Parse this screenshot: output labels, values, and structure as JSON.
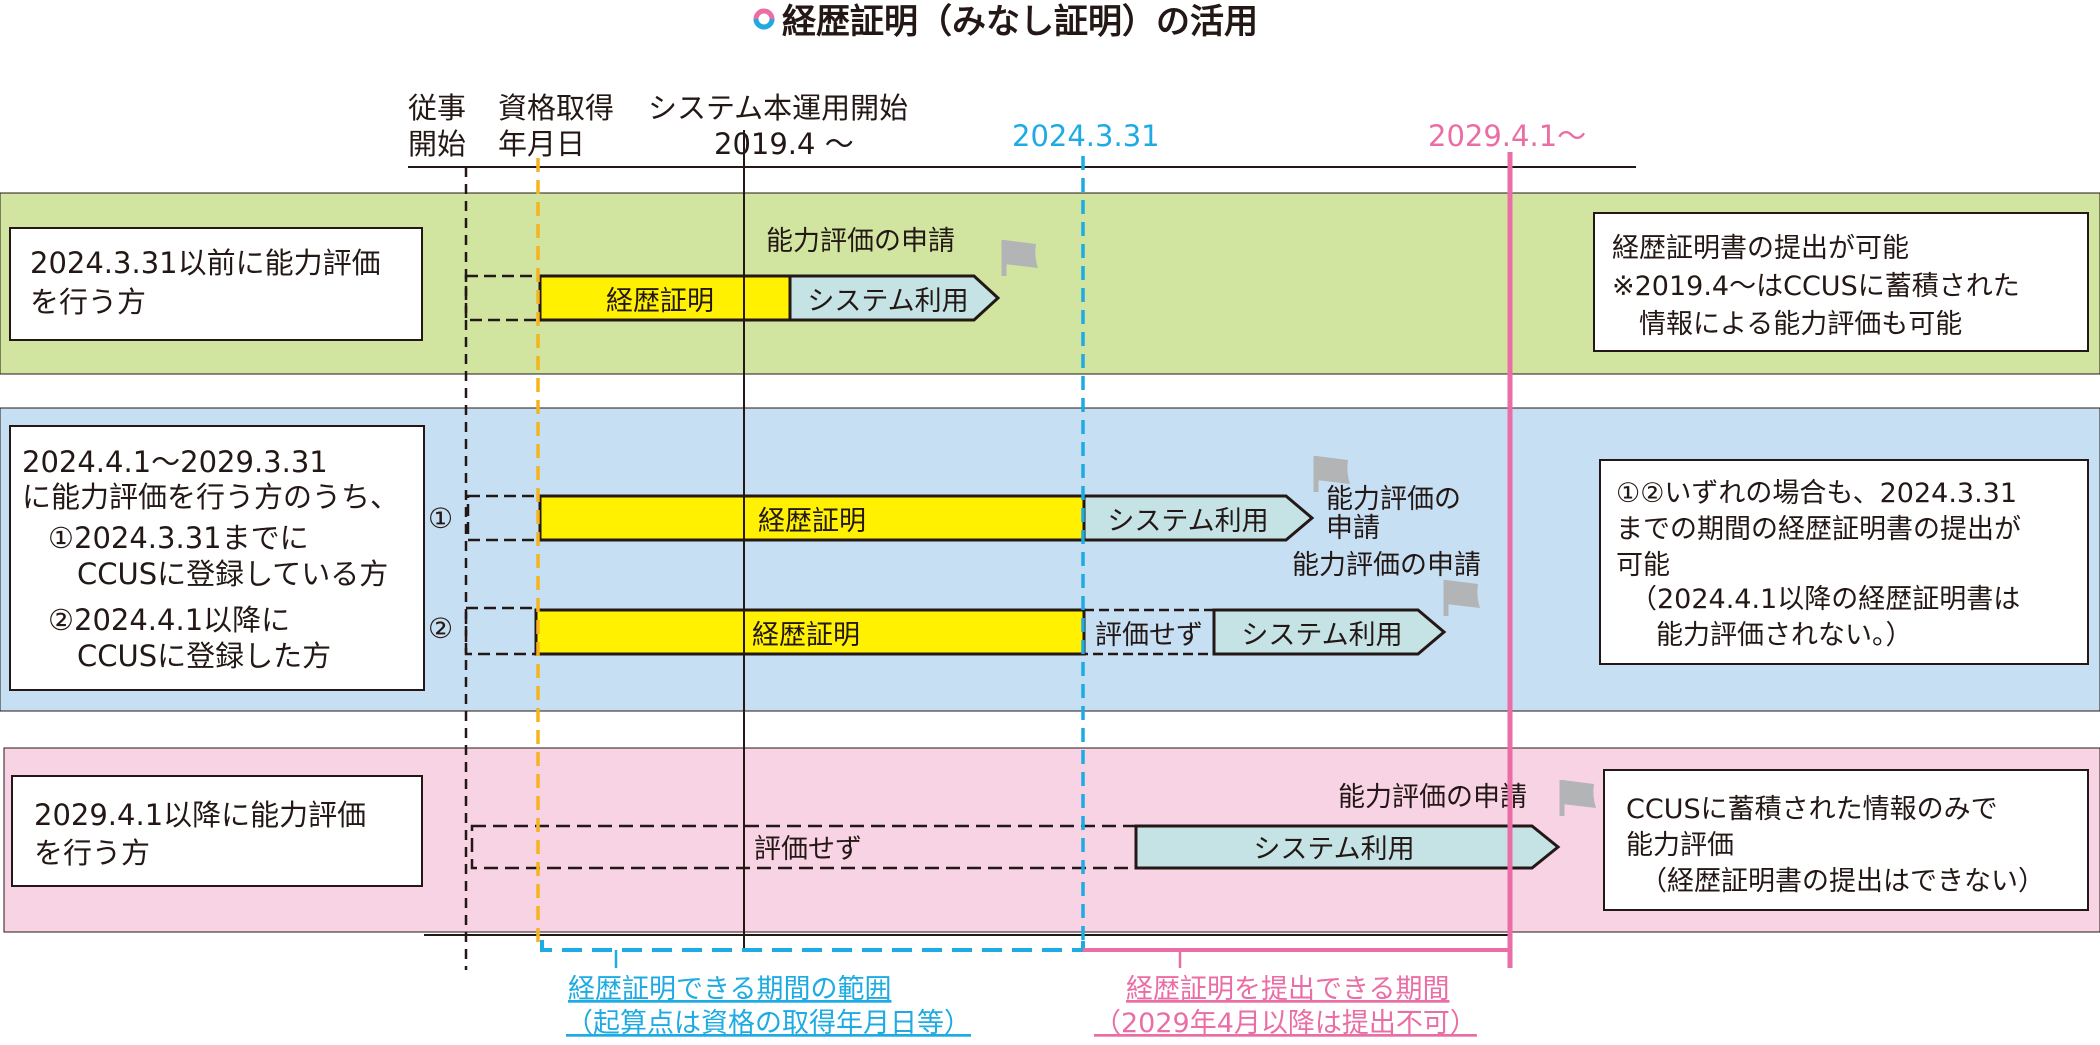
{
  "title": "経歴証明（みなし証明）の活用",
  "axis": {
    "start_line1": "従事",
    "start_line2": "開始",
    "qual_line1": "資格取得",
    "qual_line2": "年月日",
    "system_line1": "システム本運用開始",
    "system_line2": "2019.4 ～",
    "date_mid": "2024.3.31",
    "date_end": "2029.4.1～"
  },
  "rows": [
    {
      "left_lines": [
        "2024.3.31以前に能力評価",
        "を行う方"
      ],
      "bar_label": "経歴証明",
      "arrow_label": "システム利用",
      "apply_label": "能力評価の申請",
      "right_lines": [
        "経歴証明書の提出が可能",
        "※2019.4～はCCUSに蓄積された",
        "　情報による能力評価も可能"
      ]
    },
    {
      "left_lines": [
        "2024.4.1～2029.3.31",
        "に能力評価を行う方のうち、",
        "①2024.3.31までに",
        "　CCUSに登録している方",
        "②2024.4.1以降に",
        "　CCUSに登録した方"
      ],
      "marker1": "①",
      "marker2": "②",
      "bar1_label": "経歴証明",
      "arrow1_label": "システム利用",
      "apply1_line1": "能力評価の",
      "apply1_line2": "申請",
      "bar2_label": "経歴証明",
      "noeval_label": "評価せず",
      "arrow2_label": "システム利用",
      "apply2_label": "能力評価の申請",
      "right_lines": [
        "①②いずれの場合も、2024.3.31",
        "までの期間の経歴証明書の提出が",
        "可能",
        "（2024.4.1以降の経歴証明書は",
        "能力評価されない。）"
      ]
    },
    {
      "left_lines": [
        "2029.4.1以降に能力評価",
        "を行う方"
      ],
      "noeval_label": "評価せず",
      "arrow_label": "システム利用",
      "apply_label": "能力評価の申請",
      "right_lines": [
        "CCUSに蓄積された情報のみで",
        "能力評価",
        "（経歴証明書の提出はできない）"
      ]
    }
  ],
  "footer": {
    "range_line1": "経歴証明できる期間の範囲",
    "range_line2": "（起算点は資格の取得年月日等）",
    "submit_line1": "経歴証明を提出できる期間",
    "submit_line2": "（2029年4月以降は提出不可）"
  },
  "colors": {
    "green_band": "#d1e5a0",
    "blue_band": "#c7dff3",
    "pink_band": "#f8d3e4",
    "yellow_bar": "#fff100",
    "arrow_fill": "#c5e3e5",
    "cyan": "#1eabe3",
    "pink": "#ea6ea5",
    "orange": "#f5b41e",
    "flag": "#b2b4b6"
  }
}
